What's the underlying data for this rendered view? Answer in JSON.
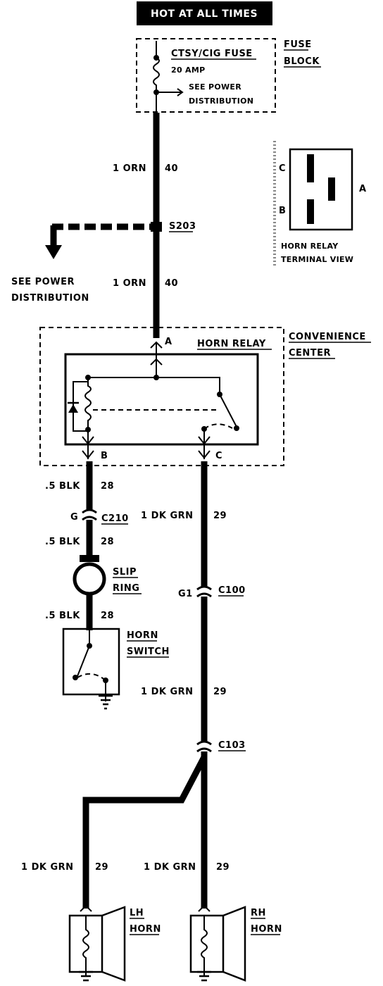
{
  "header": {
    "title": "HOT AT ALL TIMES"
  },
  "fuse_block": {
    "label_line1": "FUSE",
    "label_line2": "BLOCK",
    "fuse_name": "CTSY/CIG FUSE",
    "fuse_rating": "20 AMP",
    "note_line1": "SEE POWER",
    "note_line2": "DISTRIBUTION"
  },
  "splice": {
    "name": "S203",
    "note_line1": "SEE POWER",
    "note_line2": "DISTRIBUTION"
  },
  "wires": {
    "feed_upper": {
      "gauge_color": "1 ORN",
      "circuit": "40"
    },
    "feed_lower": {
      "gauge_color": "1 ORN",
      "circuit": "40"
    },
    "switch_1": {
      "gauge_color": ".5 BLK",
      "circuit": "28"
    },
    "switch_2": {
      "gauge_color": ".5 BLK",
      "circuit": "28"
    },
    "switch_3": {
      "gauge_color": ".5 BLK",
      "circuit": "28"
    },
    "horn_1": {
      "gauge_color": "1 DK GRN",
      "circuit": "29"
    },
    "horn_2": {
      "gauge_color": "1 DK GRN",
      "circuit": "29"
    },
    "lh_feed": {
      "gauge_color": "1 DK GRN",
      "circuit": "29"
    },
    "rh_feed": {
      "gauge_color": "1 DK GRN",
      "circuit": "29"
    }
  },
  "relay_terminal_view": {
    "terminal_a": "A",
    "terminal_b": "B",
    "terminal_c": "C",
    "caption_line1": "HORN RELAY",
    "caption_line2": "TERMINAL VIEW"
  },
  "convenience_center": {
    "label_line1": "CONVENIENCE",
    "label_line2": "CENTER",
    "relay_name": "HORN RELAY",
    "terminal_a": "A",
    "terminal_b": "B",
    "terminal_c": "C"
  },
  "connectors": {
    "c210": {
      "name": "C210",
      "pin": "G"
    },
    "c100": {
      "name": "C100",
      "pin": "G1"
    },
    "c103": {
      "name": "C103"
    }
  },
  "components": {
    "slip_ring_line1": "SLIP",
    "slip_ring_line2": "RING",
    "horn_switch_line1": "HORN",
    "horn_switch_line2": "SWITCH",
    "lh_horn_line1": "LH",
    "lh_horn_line2": "HORN",
    "rh_horn_line1": "RH",
    "rh_horn_line2": "HORN"
  }
}
